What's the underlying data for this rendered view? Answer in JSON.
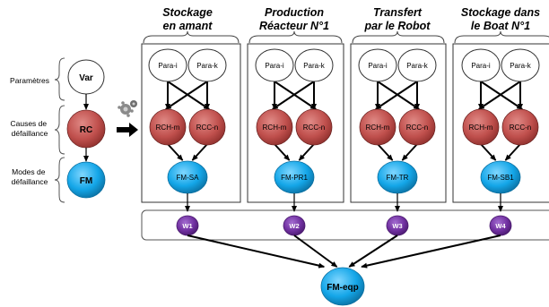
{
  "legend": {
    "row_labels": [
      [
        "Paramètres"
      ],
      [
        "Causes de",
        "défaillance"
      ],
      [
        "Modes de",
        "défaillance"
      ]
    ],
    "var_node": "Var",
    "rc_node": "RC",
    "fm_node": "FM"
  },
  "steps": [
    {
      "title": [
        "Stockage",
        "en amant"
      ],
      "param_a": "Para-i",
      "param_b": "Para-k",
      "cause_a": "RCH-m",
      "cause_b": "RCC-n",
      "mode": "FM-SA",
      "weight": "W1"
    },
    {
      "title": [
        "Production",
        "Réacteur N°1"
      ],
      "param_a": "Para-i",
      "param_b": "Para-k",
      "cause_a": "RCH-m",
      "cause_b": "RCC-n",
      "mode": "FM-PR1",
      "weight": "W2"
    },
    {
      "title": [
        "Transfert",
        "par le Robot"
      ],
      "param_a": "Para-i",
      "param_b": "Para-k",
      "cause_a": "RCH-m",
      "cause_b": "RCC-n",
      "mode": "FM-TR",
      "weight": "W3"
    },
    {
      "title": [
        "Stockage dans",
        "le Boat N°1"
      ],
      "param_a": "Para-i",
      "param_b": "Para-k",
      "cause_a": "RCH-m",
      "cause_b": "RCC-n",
      "mode": "FM-SB1",
      "weight": "W4"
    }
  ],
  "result_node": "FM-eqp",
  "colors": {
    "cause_fill": "#c0504d",
    "mode_fill": "#14a6e8",
    "weight_fill": "#7030a0",
    "param_fill": "#ffffff"
  }
}
